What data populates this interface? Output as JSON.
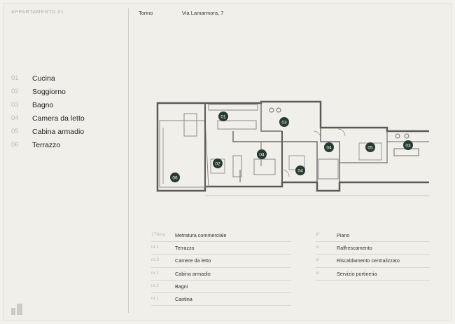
{
  "header": {
    "apartment": "APPARTAMENTO 01",
    "city": "Torino",
    "address": "Via Lamarmora, 7"
  },
  "legend": [
    {
      "num": "01",
      "label": "Cucina"
    },
    {
      "num": "02",
      "label": "Soggiorno"
    },
    {
      "num": "03",
      "label": "Bagno"
    },
    {
      "num": "04",
      "label": "Camera da letto"
    },
    {
      "num": "05",
      "label": "Cabina armadio"
    },
    {
      "num": "06",
      "label": "Terrazzo"
    }
  ],
  "features_left": [
    {
      "key": "176mq",
      "label": "Metratura commerciale"
    },
    {
      "key": "nr.1",
      "label": "Terrazzo"
    },
    {
      "key": "nr.3",
      "label": "Camere da letto"
    },
    {
      "key": "nr.1",
      "label": "Cabina armadio"
    },
    {
      "key": "nr.2",
      "label": "Bagni"
    },
    {
      "key": "nr.1",
      "label": "Cantina"
    }
  ],
  "features_right": [
    {
      "key": "6°",
      "label": "Piano"
    },
    {
      "key": "sì",
      "label": "Raffrescamento"
    },
    {
      "key": "sì",
      "label": "Riscaldamento centralizzato"
    },
    {
      "key": "sì",
      "label": "Servizio portineria"
    }
  ],
  "plan_markers": [
    "01",
    "02",
    "03",
    "04",
    "04",
    "04",
    "05",
    "03",
    "06"
  ],
  "colors": {
    "marker": "#263b33",
    "background": "#f1efea",
    "wall": "#777777"
  },
  "icons": {
    "logo": "building-logo-icon"
  }
}
